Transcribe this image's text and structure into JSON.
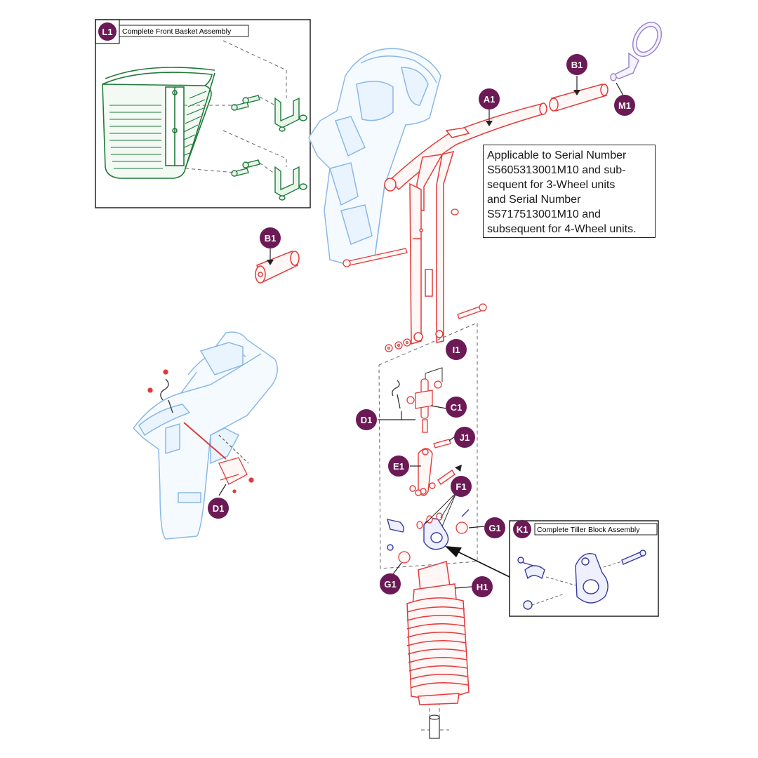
{
  "colors": {
    "callout": "#6b1a55",
    "red": "#e23a3a",
    "blue": "#8ab8e6",
    "green": "#1f7a3a",
    "navy": "#3a3aa0",
    "lavender": "#9a86cf"
  },
  "callouts": {
    "L1": "L1",
    "B1": "B1",
    "M1": "M1",
    "A1": "A1",
    "I1": "I1",
    "C1": "C1",
    "D1": "D1",
    "J1": "J1",
    "E1": "E1",
    "F1": "F1",
    "G1": "G1",
    "K1": "K1",
    "H1": "H1"
  },
  "basket_box": {
    "title": "Complete Front Basket Assembly"
  },
  "tiller_box": {
    "title": "Complete Tiller Block Assembly"
  },
  "note": {
    "lines": [
      "Applicable to Serial Number",
      "S5605313001M10 and sub-",
      "sequent for 3-Wheel units",
      "and Serial Number",
      "S5717513001M10 and",
      "subsequent for 4-Wheel units."
    ]
  }
}
